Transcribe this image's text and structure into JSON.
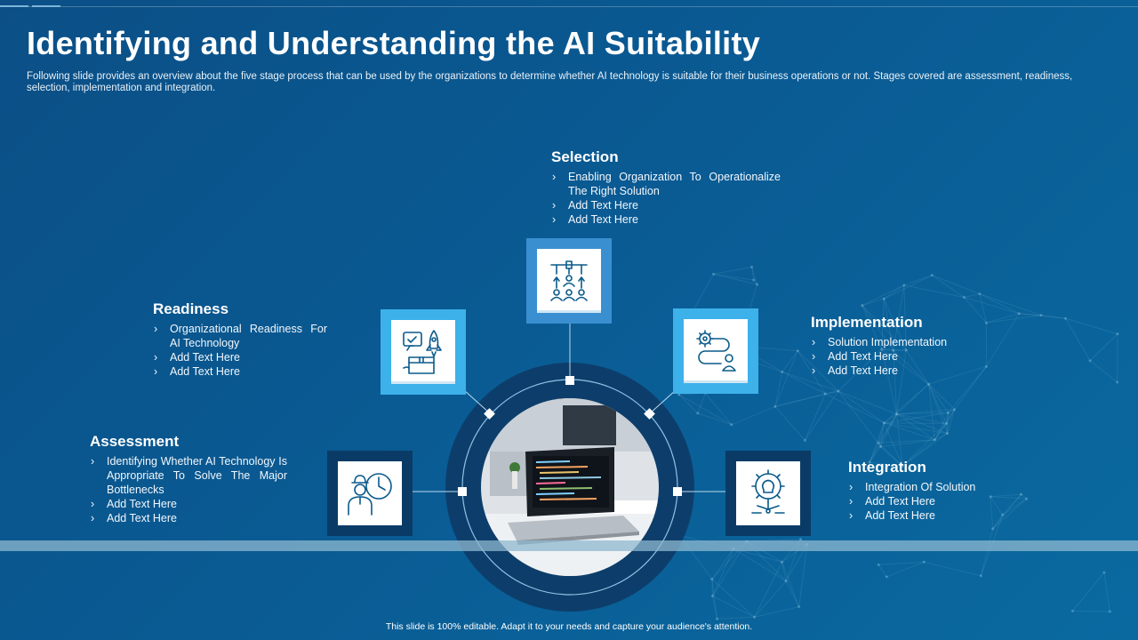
{
  "title": "Identifying and Understanding the AI Suitability",
  "subtitle": "Following slide provides an overview about the five stage process that can be used by the organizations to determine whether AI technology is suitable for their business operations or not. Stages covered are assessment, readiness, selection, implementation and integration.",
  "stages": {
    "selection": {
      "title": "Selection",
      "items": [
        "Enabling Organization To Operationalize The Right Solution",
        "Add Text Here",
        "Add Text Here"
      ],
      "icon": "team-hierarchy-icon"
    },
    "readiness": {
      "title": "Readiness",
      "items": [
        "Organizational Readiness For AI Technology",
        "Add Text Here",
        "Add Text Here"
      ],
      "icon": "rocket-chat-icon"
    },
    "implementation": {
      "title": "Implementation",
      "items": [
        "Solution Implementation",
        "Add Text Here",
        "Add Text Here"
      ],
      "icon": "gear-person-path-icon"
    },
    "assessment": {
      "title": "Assessment",
      "items": [
        "Identifying Whether AI Technology Is Appropriate To Solve The Major Bottlenecks",
        "Add Text Here",
        "Add Text Here"
      ],
      "icon": "person-clock-icon"
    },
    "integration": {
      "title": "Integration",
      "items": [
        "Integration Of Solution",
        "Add Text Here",
        "Add Text Here"
      ],
      "icon": "gear-bulb-icon"
    }
  },
  "footer": "This slide is 100% editable.  Adapt it to your needs and capture your audience's attention.",
  "colors": {
    "background": "#0a5a93",
    "box_light": "#3db1ea",
    "box_mid": "#3a8fd0",
    "box_dark": "#0a3b66",
    "ring": "#0d3e6b"
  }
}
